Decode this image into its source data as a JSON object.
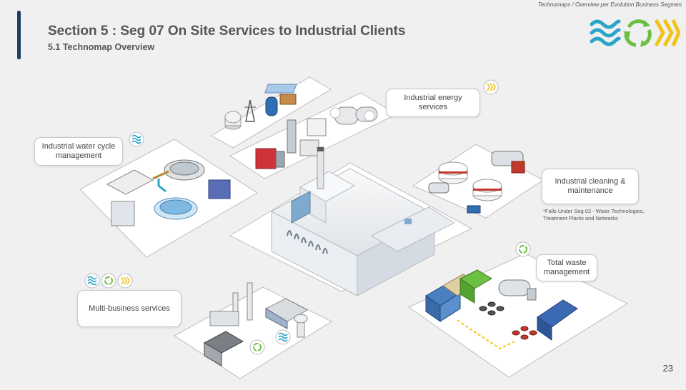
{
  "header": {
    "breadcrumb": "Technomaps / Overview per Evolution Business Segmen",
    "title": "Section 5 : Seg 07 On Site Services to Industrial Clients",
    "subtitle": "5.1 Technomap Overview"
  },
  "callouts": {
    "energy": "Industrial energy services",
    "water_line1": "Industrial water cycle",
    "water_line2": "management",
    "cleaning_line1": "Industrial cleaning &",
    "cleaning_line2": "maintenance",
    "waste_line1": "Total waste",
    "waste_line2": "management",
    "multi": "Multi-business services"
  },
  "footnote": {
    "line1": "*Falls Under Seg 02 - Water Technologies,",
    "line2": "Treatment Plants and Networks"
  },
  "page_number": "23",
  "colors": {
    "water_blue": "#2aa5c9",
    "waste_green": "#6cbf43",
    "energy_yellow": "#f2c418",
    "navy": "#1d3f63"
  },
  "icons": {
    "water": "water-waves-icon",
    "waste": "recycle-arrows-icon",
    "energy": "energy-chevrons-icon"
  }
}
